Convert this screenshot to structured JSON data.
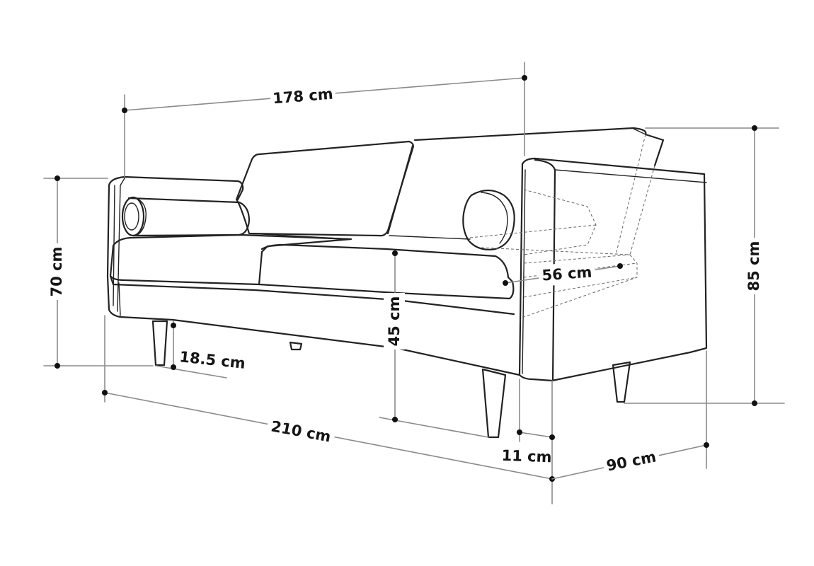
{
  "colors": {
    "outline": "#222222",
    "dimension_line": "#8a8a8a",
    "text": "#151515",
    "background": "#ffffff"
  },
  "dimensions": {
    "back_width": "178 cm",
    "total_width": "210 cm",
    "arm_height": "70 cm",
    "total_height": "85 cm",
    "seat_height": "45 cm",
    "seat_depth": "56 cm",
    "leg_height": "18.5 cm",
    "leg_inset": "11 cm",
    "total_depth": "90 cm"
  }
}
